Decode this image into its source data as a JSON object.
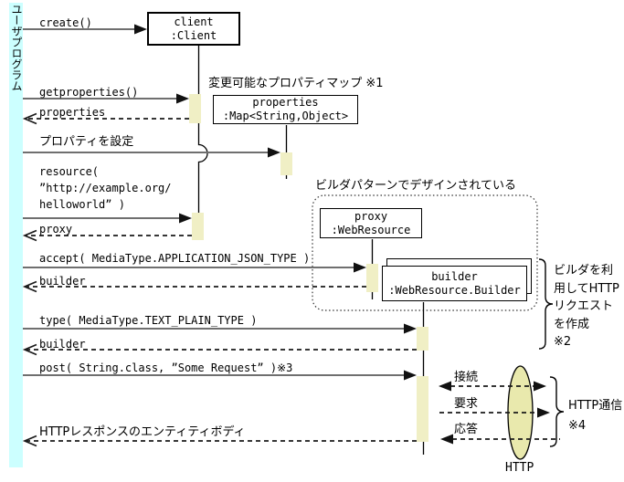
{
  "colors": {
    "user_bar_bg": "#ccffff",
    "activation_fill": "#f0efc5",
    "ellipse_fill": "#e9e9ad",
    "solid_line": "#6f6f6f",
    "dashed_line": "#1a1a1a",
    "box_border": "#000000"
  },
  "user_bar": {
    "label": "ユーザプログラム"
  },
  "objects": {
    "client": {
      "name": "client",
      "type": ":Client"
    },
    "properties": {
      "name": "properties",
      "type": ":Map<String,Object>"
    },
    "proxy": {
      "name": "proxy",
      "type": ":WebResource"
    },
    "builder": {
      "name": "builder",
      "type": ":WebResource.Builder"
    }
  },
  "messages": {
    "create": "create()",
    "getproperties": "getproperties()",
    "properties_return": "properties",
    "set_property": "プロパティを設定",
    "resource": "resource(\n”http://example.org/\nhelloworld” )",
    "proxy_return": "proxy",
    "accept": "accept( MediaType.APPLICATION_JSON_TYPE )",
    "builder_return_1": "builder",
    "type": "type( MediaType.TEXT_PLAIN_TYPE )",
    "builder_return_2": "builder",
    "post": "post( String.class, ”Some Request” )※3",
    "http_response": "HTTPレスポンスのエンティティボディ"
  },
  "annotations": {
    "properties_note": "変更可能なプロパティマップ ※1",
    "builder_pattern_note": "ビルダパターンでデザインされている",
    "builder_usage_note": "ビルダを利\n用してHTTP\nリクエスト\nを作成\n※2",
    "http_comm_note": "HTTP通信\n※4",
    "http_label": "HTTP"
  },
  "http_arrows": {
    "connect": "接続",
    "request": "要求",
    "response": "応答"
  }
}
